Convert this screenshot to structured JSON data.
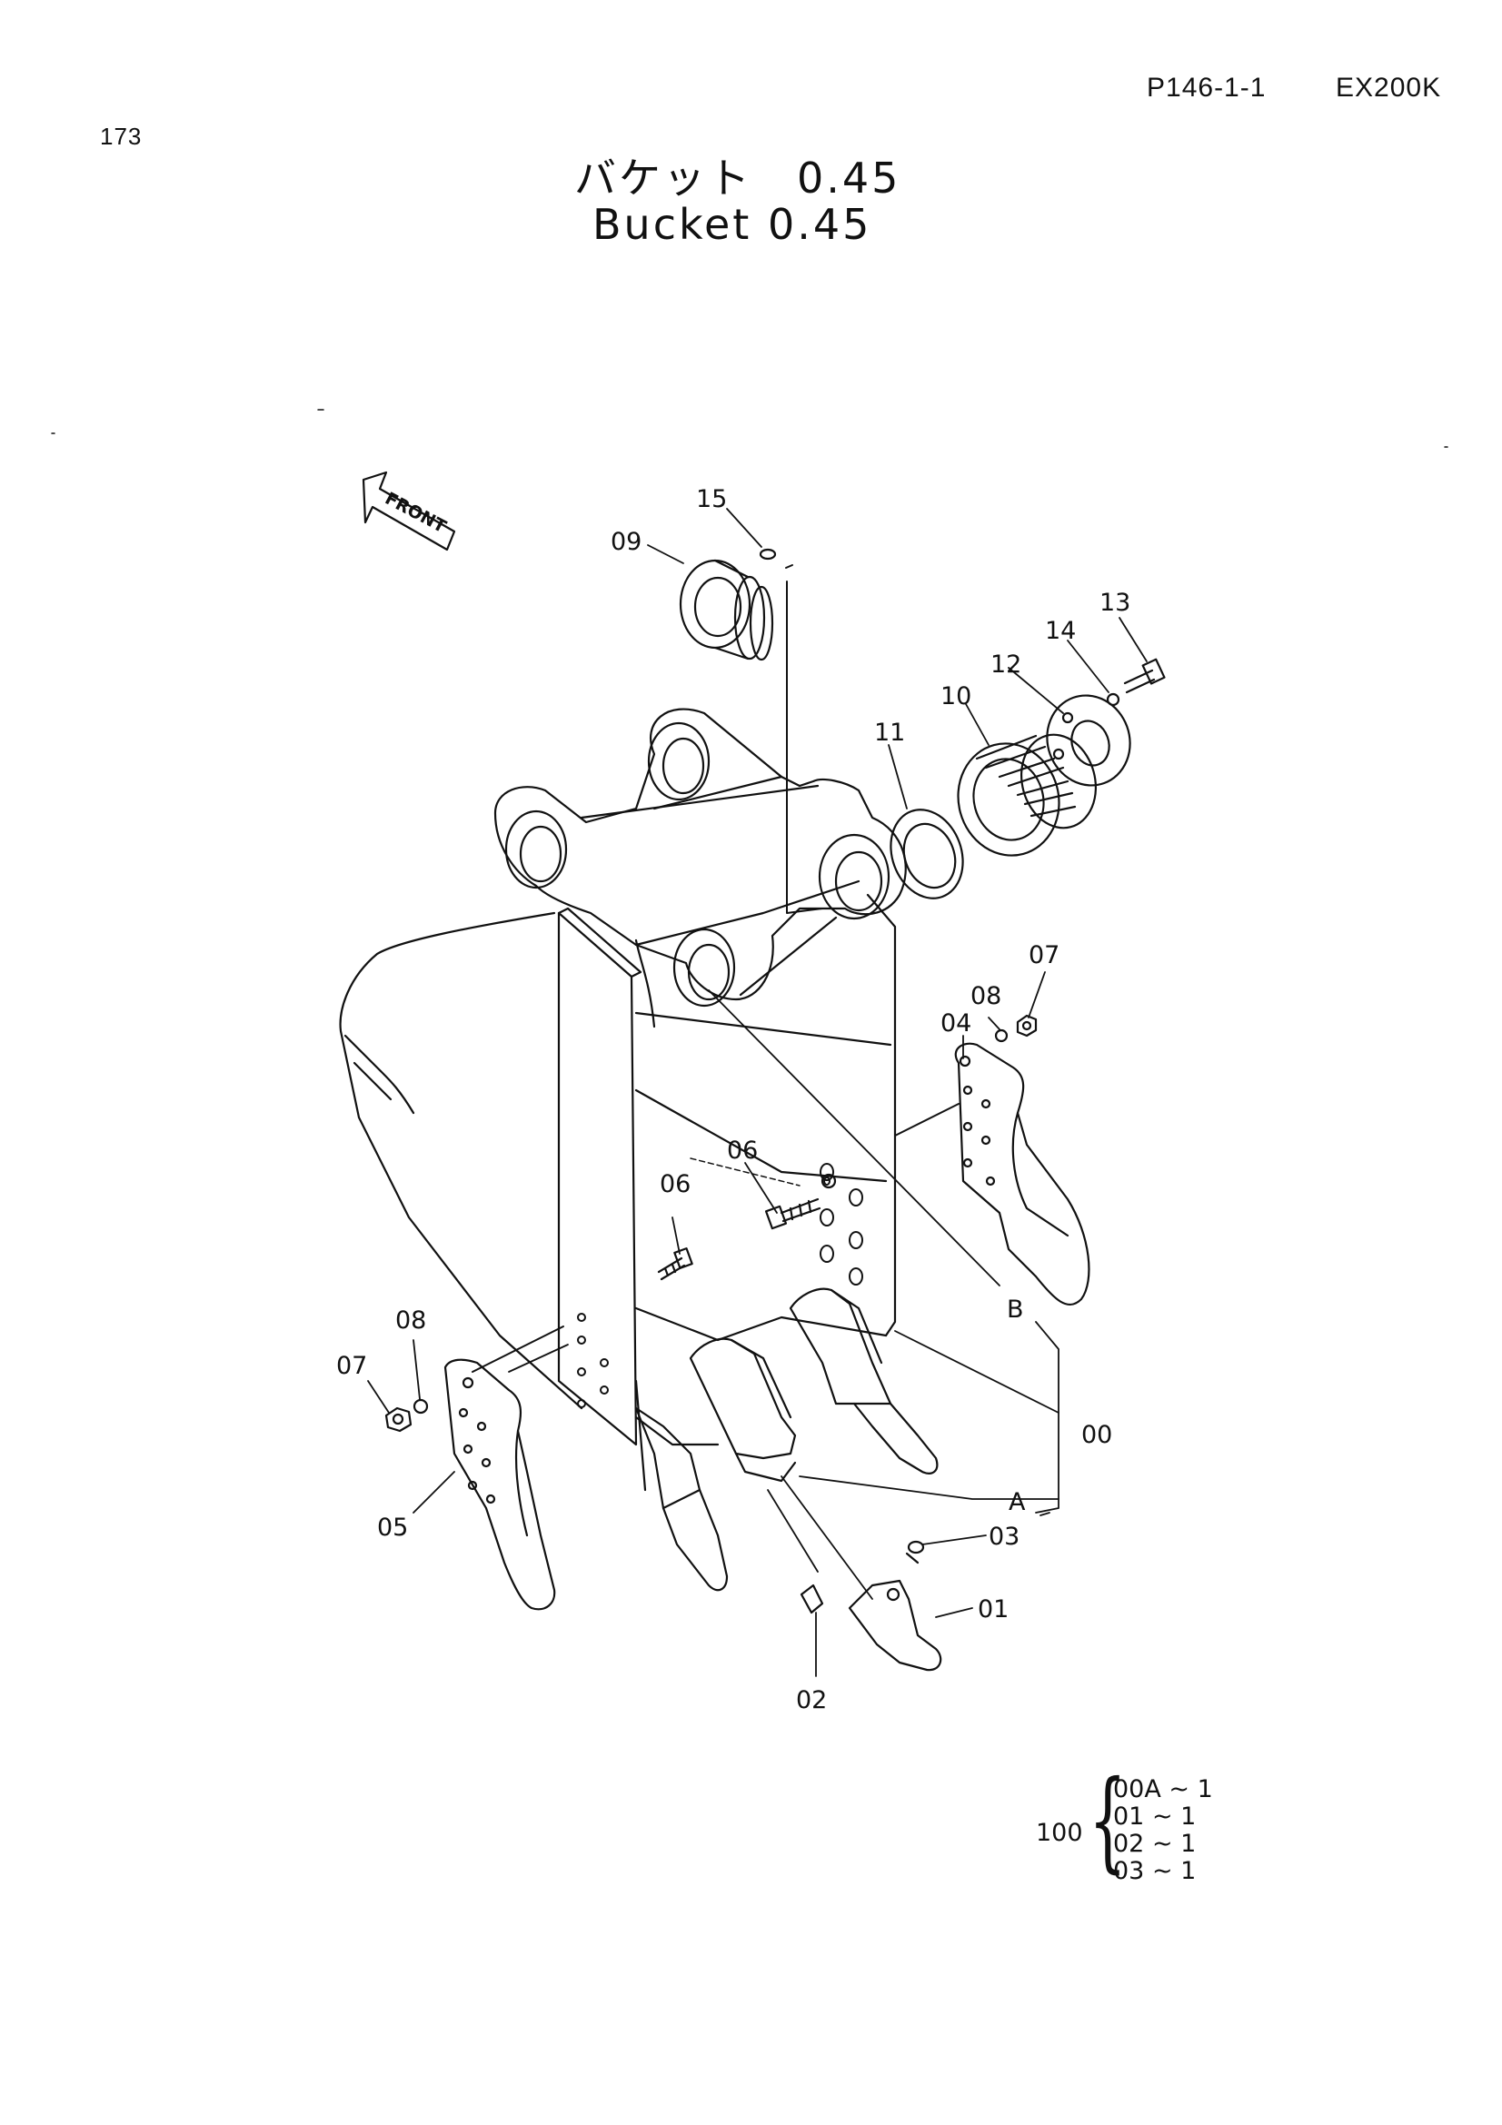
{
  "header": {
    "page_ref": "P146-1-1",
    "model": "EX200K",
    "page_number": "173"
  },
  "title": {
    "jp": "バケット　0.45",
    "en": "Bucket 0.45"
  },
  "diagram": {
    "front_label": "FRONT",
    "callouts": [
      "15",
      "09",
      "13",
      "14",
      "12",
      "10",
      "11",
      "07",
      "08",
      "04",
      "06",
      "06",
      "B",
      "08",
      "07",
      "00",
      "A",
      "03",
      "01",
      "05",
      "02"
    ]
  },
  "kit": {
    "label": "100",
    "items": [
      "00A ~ 1",
      "01 ~ 1",
      "02 ~ 1",
      "03 ~ 1"
    ]
  }
}
